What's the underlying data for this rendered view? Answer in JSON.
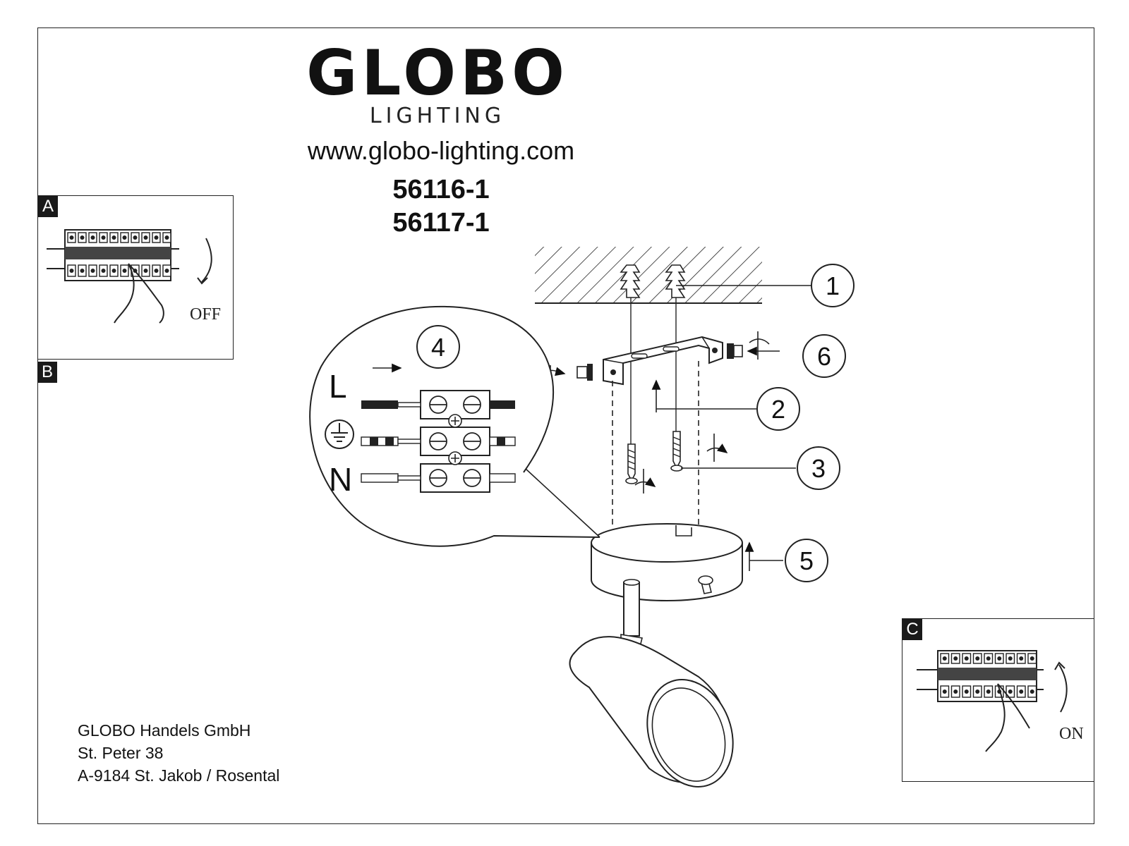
{
  "brand": {
    "logo_text": "GLOBO",
    "logo_subtext": "LIGHTING",
    "website": "www.globo-lighting.com"
  },
  "models": [
    "56116-1",
    "56117-1"
  ],
  "panels": {
    "a": {
      "tag": "A",
      "state": "OFF"
    },
    "b": {
      "tag": "B"
    },
    "c": {
      "tag": "C",
      "state": "ON"
    }
  },
  "callouts": [
    "1",
    "2",
    "3",
    "4",
    "5",
    "6"
  ],
  "wiring": {
    "live": "L",
    "neutral": "N",
    "earth_icon": "earth-ground-icon"
  },
  "address": {
    "company": "GLOBO Handels GmbH",
    "street": "St. Peter 38",
    "city": "A-9184 St. Jakob / Rosental"
  }
}
